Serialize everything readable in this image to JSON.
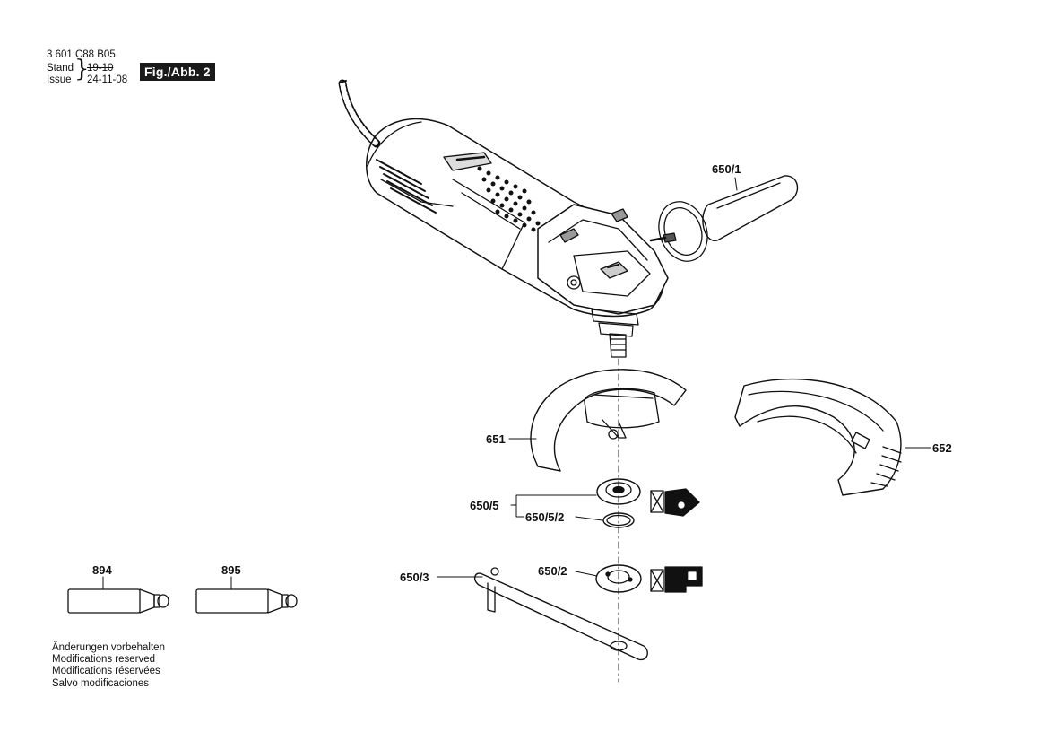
{
  "header": {
    "part_number": "3 601 C88 B05",
    "stand_label": "Stand",
    "stand_value": "19-10",
    "issue_label": "Issue",
    "issue_value": "24-11-08",
    "figure_badge": "Fig./Abb. 2"
  },
  "callouts": [
    {
      "id": "650/1",
      "label": "650/1"
    },
    {
      "id": "651",
      "label": "651"
    },
    {
      "id": "652",
      "label": "652"
    },
    {
      "id": "650/5",
      "label": "650/5"
    },
    {
      "id": "650/5/2",
      "label": "650/5/2"
    },
    {
      "id": "650/2",
      "label": "650/2"
    },
    {
      "id": "650/3",
      "label": "650/3"
    },
    {
      "id": "894",
      "label": "894"
    },
    {
      "id": "895",
      "label": "895"
    }
  ],
  "notes": [
    "Änderungen vorbehalten",
    "Modifications reserved",
    "Modifications réservées",
    "Salvo modificaciones"
  ],
  "colors": {
    "ink": "#111111",
    "fill_dark": "#1a1a1a",
    "paper": "#ffffff"
  }
}
